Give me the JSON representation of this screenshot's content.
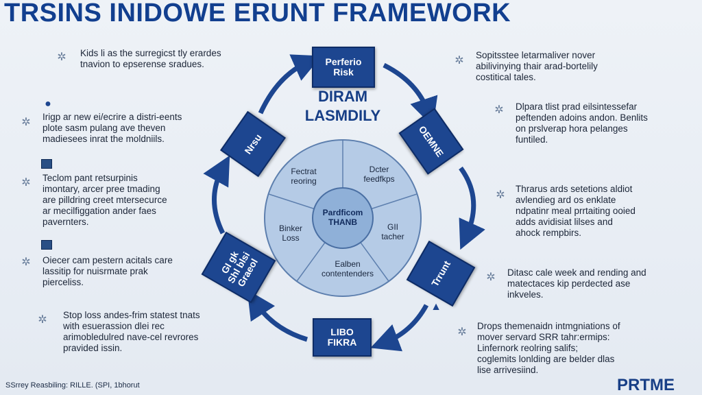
{
  "title": "TRSINS INIDOWE ERUNT FRAMEWORK",
  "left_notes": [
    "Kids li as the surregicst tly erardes\ntnavion to epserense sradues.",
    "Irigp ar new ei/ecrire a distri-eents\nplote sasm pulang ave theven\nmadiesees inrat the moldniils.",
    "Teclom pant retsurpinis\nimontary, arcer pree tmading\nare pilldring creet mtersecurce\nar mecilfiggation ander faes\npavernters.",
    "Oiecer cam pestern acitals care\nlassitip for nuisrmate prak\npierceliss.",
    "Stop loss andes-frim statest tnats\nwith esuerassion dlei rec\narimobledulred nave-cel revrores\npravided issin."
  ],
  "right_notes": [
    "Sopitsstee letarmaliver nover\nabilivinying thair arad-bortelily\ncostitical tales.",
    "Dlpara tlist prad eilsintessefar\npeftenden adoins andon. Benlits\non prslverap hora pelanges\nfuntiled.",
    "Thrarus ards setetions aldiot\navlendieg ard os enklate\nndpatinr meal prrtaiting ooied\nadds avidisiat lilses and\nahock rempbirs.",
    "Ditasc cale week and rending and\nmatectaces kip perdected ase\ninkveles.",
    "Drops themenaidn intmgniations of\nmover servard SRR tahr:ermips:\nLinfernork reolring salifs;\ncoglemits lonlding are belder dlas\nlise arrivesiind."
  ],
  "cycle_boxes": {
    "top": "Perferio\nRisk",
    "upper_right": "OEMNE",
    "lower_right": "Trrunt",
    "bottom": "LIBO\nFIKRA",
    "lower_left": "GI gk\nShl blsi\nGraeol",
    "upper_left": "Nrsu"
  },
  "center": {
    "title_line1": "DIRAM",
    "title_line2": "LASMDILY",
    "hub": "Pardficom\nTHANB",
    "segments": [
      "Fectrat\nreoring",
      "Dcter\nfeedfkps",
      "GII\ntacher",
      "Ealben\ncontentenders",
      "Binker\nLoss"
    ]
  },
  "footer": "SSrrey Reasbiling:  RILLE. (SPI, 1bhorut",
  "brand": "PRTME",
  "colors": {
    "primary": "#1d4690",
    "wheel_fill": "#b5cbe6",
    "hub_fill": "#8fb0d8"
  }
}
